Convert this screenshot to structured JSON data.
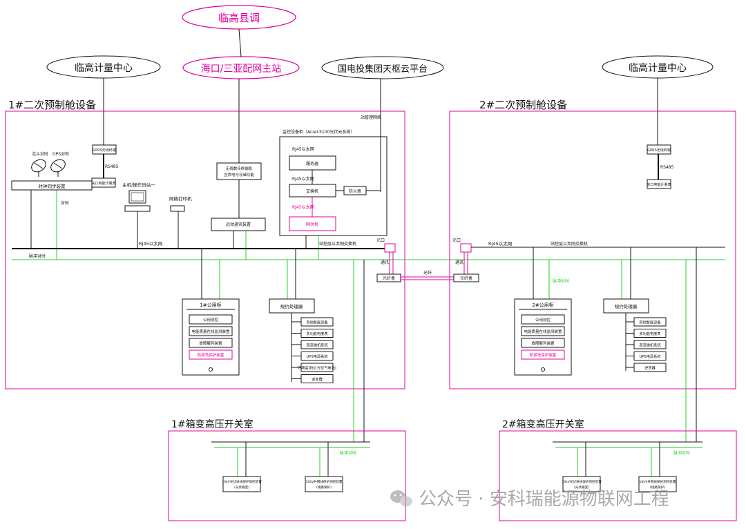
{
  "top": {
    "lingao_county": "临高县调",
    "haikou_sanya": "海口/三亚配网主站",
    "metering_left": "临高计量中心",
    "cloud_platform": "国电投集团天枢云平台",
    "metering_right": "临高计量中心"
  },
  "cabin1": {
    "title": "1#二次预制舱设备",
    "station_ctrl_net": "站管理网络",
    "beidou": "北斗对时",
    "gps": "GPS对时",
    "time_sync": "时钟同步装置",
    "duishi": "对时",
    "gprs": "GPRS无线终端",
    "rs485": "RS485",
    "meter": "关口电能计量表",
    "wireless_title": "无线数传终端机",
    "wireless_sub": "含供电与存储功能",
    "host": "主机/操作员站一",
    "printer": "网络打印机",
    "remote": "远动通讯装置",
    "monitor_title": "监控设备柜（Acrel-5100光伏云系统）",
    "rj45_a": "RJ45以太网",
    "server": "服务器",
    "rj45_b": "RJ45以太网",
    "switch": "交换机",
    "firewall": "防火墙",
    "rj45_c": "RJ45以太网",
    "gateway": "网关机",
    "rj45_bus": "RJ45以太网",
    "ethernet": "站控层以太网交换机",
    "bmsy": "脉冲对时",
    "fiber_port": "光口",
    "fiber_label": "通讯",
    "terminal": "光纤盒",
    "fiber": "光纤",
    "cabinet_title": "1#公用柜",
    "cab_items": [
      "公用测控",
      "电能质量在线监测装置",
      "故障解列装置",
      "防孤岛保护装置"
    ],
    "proc_title": "规约处理器",
    "proc_items": [
      "其他智能设备",
      "多功能电度表",
      "直流微机系统",
      "UPS电源系统",
      "环境监测仪(光伏气象站)",
      "逆变器"
    ]
  },
  "cabin2": {
    "title": "2#二次预制舱设备",
    "gprs": "GPRS无线终端",
    "rs485": "RS485",
    "meter": "关口电能计量表",
    "fiber_port": "光口",
    "rj45_bus": "RJ45以太网",
    "ethernet": "站控层以太网交换机",
    "fiber_label": "通讯",
    "terminal": "光纤盒",
    "bmsy": "脉冲对时",
    "cabinet_title": "2#公用柜",
    "cab_items": [
      "公用测控",
      "电能质量在线监测装置",
      "故障解列装置",
      "防孤岛保护装置"
    ],
    "proc_title": "规约处理器",
    "proc_items": [
      "其他智能设备",
      "多功能电度表",
      "直流微机系统",
      "UPS电源系统",
      "逆变器"
    ]
  },
  "hv1": {
    "title": "1#箱变高压开关室",
    "sync": "脉冲对时",
    "dev1_a": "10kV光伏进线保护测控装置",
    "dev1_b": "(光伏箱变)",
    "dev2_a": "10kV并网线保护测控装置",
    "dev2_b": "(线路保护)"
  },
  "hv2": {
    "title": "2#箱变高压开关室",
    "sync": "脉冲对时",
    "dev1_a": "10kV光伏进线保护测控装置",
    "dev1_b": "(光伏箱变)",
    "dev2_a": "10kV并网线保护测控装置",
    "dev2_b": "(线路保护)"
  },
  "watermark": {
    "text": "公众号 · 安科瑞能源物联网工程",
    "icon": "wechat-icon"
  },
  "colors": {
    "magenta": "#e0009c",
    "green": "#22d022",
    "black": "#111111"
  }
}
